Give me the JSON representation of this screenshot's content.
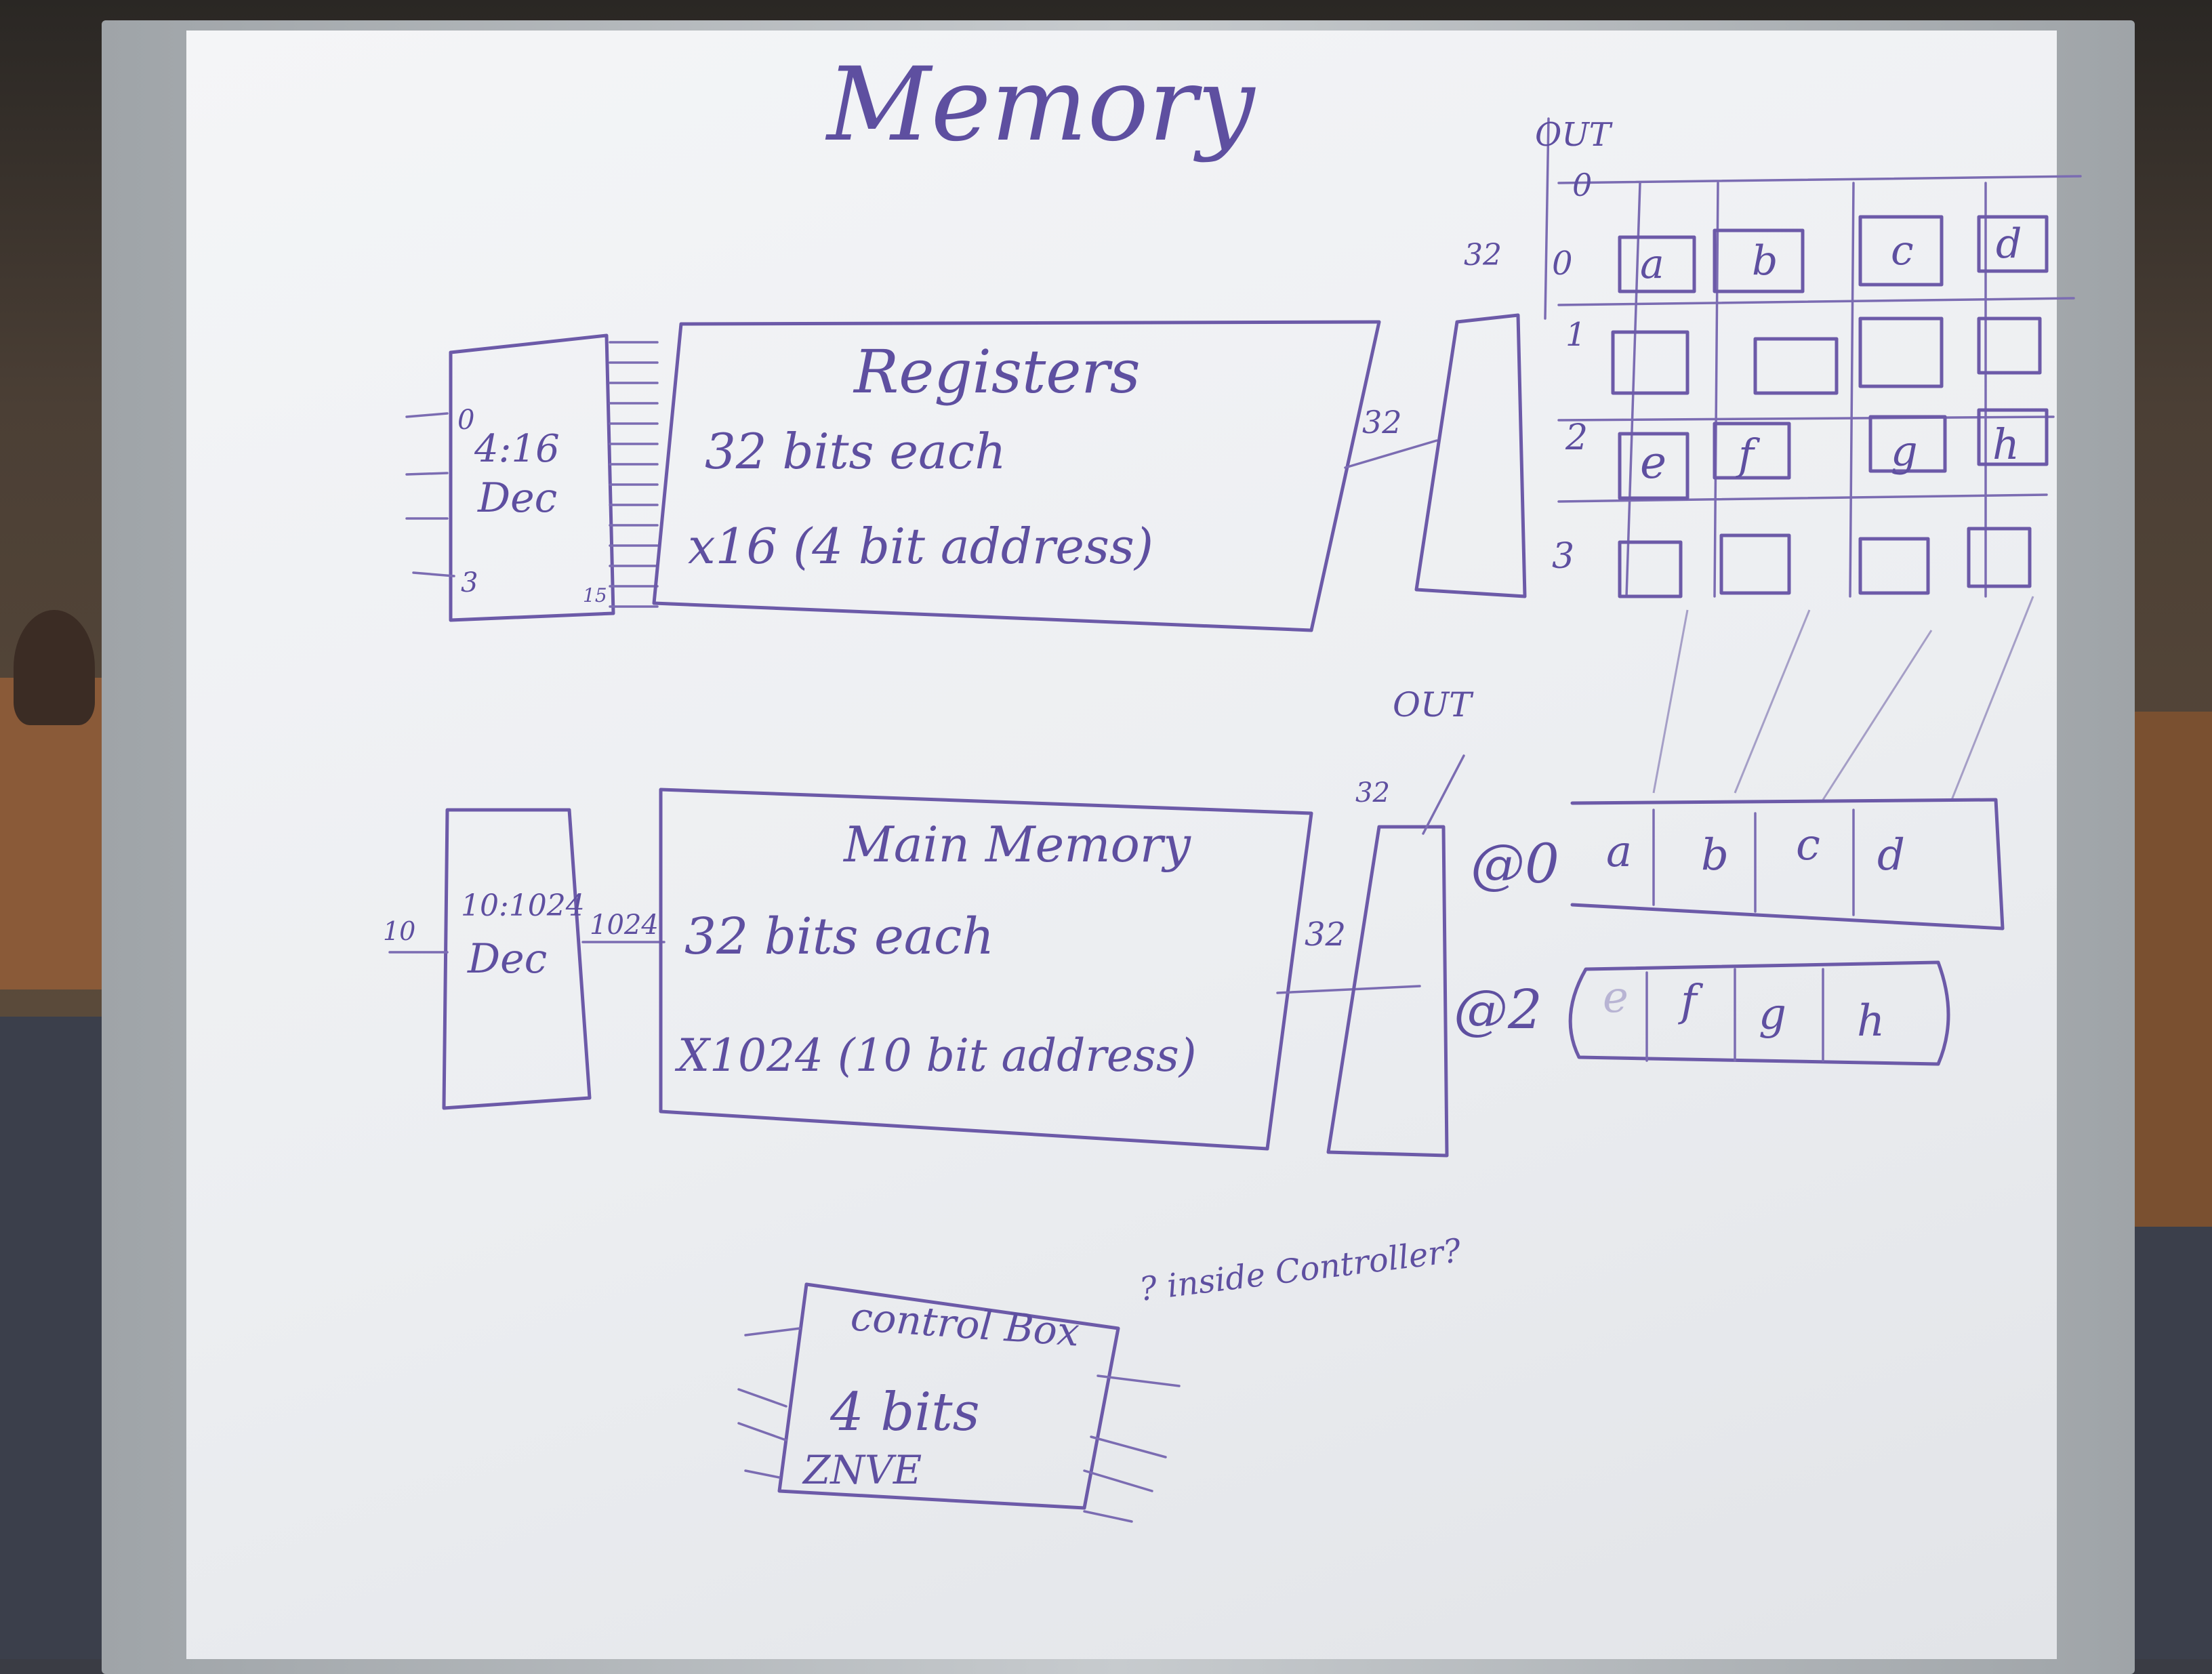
{
  "title": "Memory",
  "registers": {
    "decoder": {
      "label": "4:16",
      "sub": "Dec",
      "in_top": "0",
      "in_bottom": "3",
      "out_bottom": "15"
    },
    "box_title": "Registers",
    "line1": "32 bits each",
    "line2": "x16 (4 bit address)",
    "bus_width": "32"
  },
  "register_file": {
    "out_label": "OUT",
    "out_row": "0",
    "bus_width": "32",
    "row_labels": [
      "0",
      "1",
      "2",
      "3"
    ],
    "row0_cells": [
      "a",
      "b",
      "c",
      "d"
    ],
    "row2_cells": [
      "e",
      "f",
      "g",
      "h"
    ]
  },
  "main_memory": {
    "decoder": {
      "label": "10:1024",
      "sub": "Dec",
      "in_width": "10",
      "out_width": "1024"
    },
    "box_title": "Main Memory",
    "line1": "32 bits each",
    "line2": "X1024 (10 bit address)",
    "bus_width": "32",
    "out_label": "OUT",
    "out_width": "32"
  },
  "memory_rows": [
    {
      "addr": "@0",
      "cells": [
        "a",
        "b",
        "c",
        "d"
      ]
    },
    {
      "addr": "@2",
      "cells": [
        "e",
        "f",
        "g",
        "h"
      ]
    }
  ],
  "control": {
    "title": "control Box",
    "line1": "4 bits",
    "line2": "ZNVE",
    "note": "? inside Controller?"
  }
}
